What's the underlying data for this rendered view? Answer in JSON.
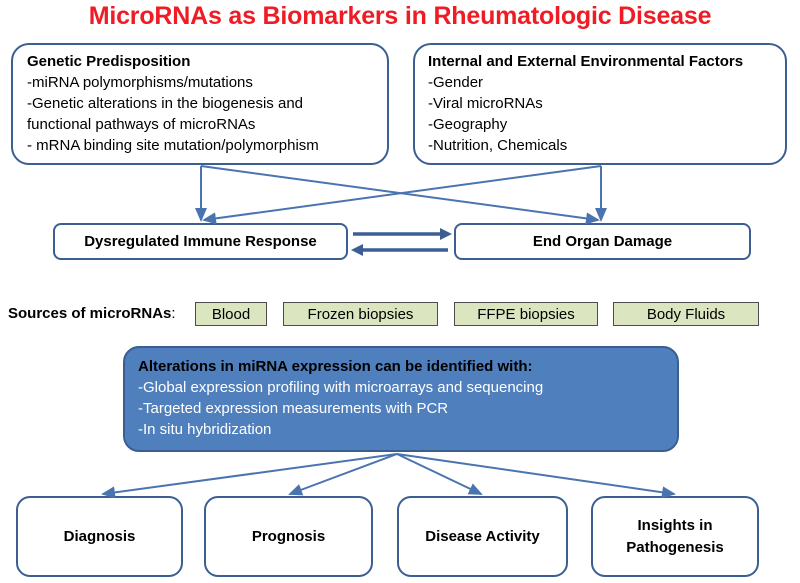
{
  "title": "MicroRNAs as Biomarkers in Rheumatologic Disease",
  "genetic": {
    "heading": "Genetic Predisposition",
    "lines": [
      "-miRNA polymorphisms/mutations",
      "-Genetic alterations in the biogenesis and",
      "functional pathways of microRNAs",
      "- mRNA binding site mutation/polymorphism"
    ]
  },
  "environment": {
    "heading": "Internal and External Environmental Factors",
    "lines": [
      "-Gender",
      "-Viral microRNAs",
      "-Geography",
      "-Nutrition, Chemicals"
    ]
  },
  "immune": {
    "label": "Dysregulated Immune Response"
  },
  "organ": {
    "label": "End Organ Damage"
  },
  "sources": {
    "label": "Sources of microRNAs",
    "colon": ":",
    "items": [
      "Blood",
      "Frozen biopsies",
      "FFPE biopsies",
      "Body Fluids"
    ]
  },
  "methods": {
    "heading": "Alterations in miRNA expression can be identified with:",
    "lines": [
      "-Global expression profiling with microarrays and sequencing",
      "-Targeted expression measurements with PCR",
      "-In situ hybridization"
    ]
  },
  "outcomes": {
    "diagnosis": "Diagnosis",
    "prognosis": "Prognosis",
    "activity": "Disease Activity",
    "insights_line1": "Insights in",
    "insights_line2": "Pathogenesis"
  },
  "colors": {
    "title": "#ee1c24",
    "border": "#3b5f92",
    "arrow": "#4a74b0",
    "chip": "#dbe5bf",
    "method_box": "#4f7fbd"
  }
}
